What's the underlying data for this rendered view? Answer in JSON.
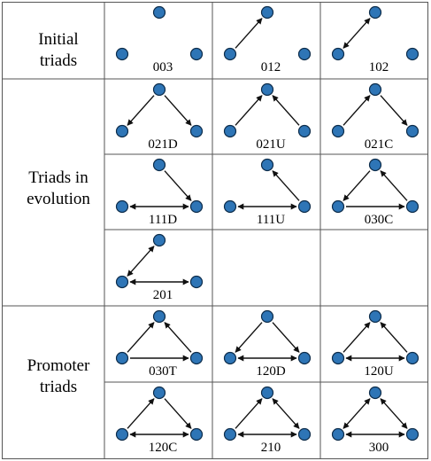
{
  "groups": [
    {
      "name": "initial",
      "lines": [
        "Initial",
        "triads"
      ]
    },
    {
      "name": "evolution",
      "lines": [
        "Triads in",
        "evolution"
      ]
    },
    {
      "name": "promoter",
      "lines": [
        "Promoter",
        "triads"
      ]
    }
  ],
  "triads": [
    {
      "code": "003",
      "edges": []
    },
    {
      "code": "012",
      "edges": [
        [
          "bl",
          "t"
        ]
      ]
    },
    {
      "code": "102",
      "edges": [
        [
          "bl",
          "t"
        ],
        [
          "t",
          "bl"
        ]
      ]
    },
    {
      "code": "021D",
      "edges": [
        [
          "t",
          "bl"
        ],
        [
          "t",
          "br"
        ]
      ]
    },
    {
      "code": "021U",
      "edges": [
        [
          "bl",
          "t"
        ],
        [
          "br",
          "t"
        ]
      ]
    },
    {
      "code": "021C",
      "edges": [
        [
          "bl",
          "t"
        ],
        [
          "t",
          "br"
        ]
      ]
    },
    {
      "code": "111D",
      "edges": [
        [
          "t",
          "br"
        ],
        [
          "bl",
          "br"
        ],
        [
          "br",
          "bl"
        ]
      ]
    },
    {
      "code": "111U",
      "edges": [
        [
          "br",
          "t"
        ],
        [
          "bl",
          "br"
        ],
        [
          "br",
          "bl"
        ]
      ]
    },
    {
      "code": "030C",
      "edges": [
        [
          "t",
          "bl"
        ],
        [
          "br",
          "t"
        ],
        [
          "bl",
          "br"
        ]
      ]
    },
    {
      "code": "201",
      "edges": [
        [
          "bl",
          "t"
        ],
        [
          "t",
          "bl"
        ],
        [
          "bl",
          "br"
        ],
        [
          "br",
          "bl"
        ]
      ]
    },
    {
      "code": "030T",
      "edges": [
        [
          "bl",
          "t"
        ],
        [
          "br",
          "t"
        ],
        [
          "bl",
          "br"
        ]
      ]
    },
    {
      "code": "120D",
      "edges": [
        [
          "t",
          "bl"
        ],
        [
          "t",
          "br"
        ],
        [
          "bl",
          "br"
        ],
        [
          "br",
          "bl"
        ]
      ]
    },
    {
      "code": "120U",
      "edges": [
        [
          "bl",
          "t"
        ],
        [
          "br",
          "t"
        ],
        [
          "bl",
          "br"
        ],
        [
          "br",
          "bl"
        ]
      ]
    },
    {
      "code": "120C",
      "edges": [
        [
          "bl",
          "t"
        ],
        [
          "t",
          "br"
        ],
        [
          "bl",
          "br"
        ],
        [
          "br",
          "bl"
        ]
      ]
    },
    {
      "code": "210",
      "edges": [
        [
          "bl",
          "t"
        ],
        [
          "t",
          "br"
        ],
        [
          "br",
          "t"
        ],
        [
          "bl",
          "br"
        ],
        [
          "br",
          "bl"
        ]
      ]
    },
    {
      "code": "300",
      "edges": [
        [
          "bl",
          "t"
        ],
        [
          "t",
          "bl"
        ],
        [
          "t",
          "br"
        ],
        [
          "br",
          "t"
        ],
        [
          "bl",
          "br"
        ],
        [
          "br",
          "bl"
        ]
      ]
    }
  ],
  "colors": {
    "node_fill": "#2e75b6",
    "node_stroke": "#0d2c4a",
    "grid": "#555555",
    "text": "#000000"
  }
}
